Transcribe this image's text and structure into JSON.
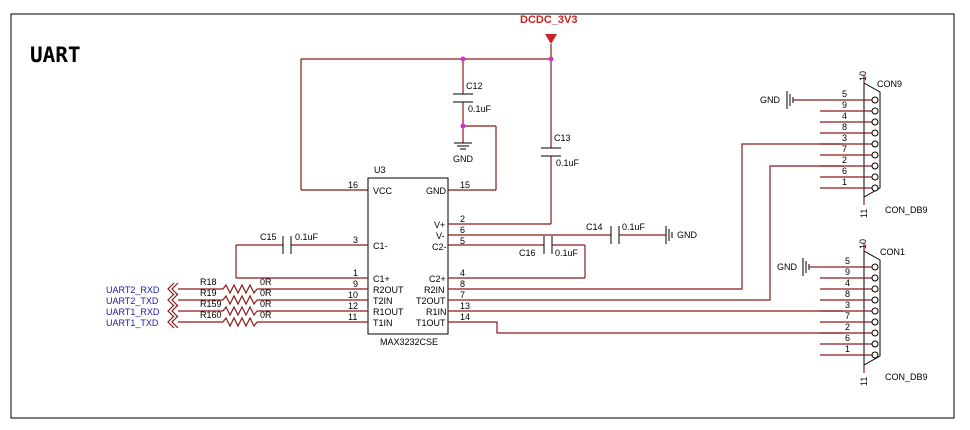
{
  "title": "UART",
  "power": {
    "name": "DCDC_3V3"
  },
  "colors": {
    "wire": "#8a1a1a",
    "net_label": "#1a1aa6",
    "power_label": "#cc2222",
    "junction": "#cc33cc"
  },
  "ic": {
    "ref": "U3",
    "part": "MAX3232CSE",
    "left_pins": [
      {
        "num": "16",
        "name": "VCC"
      },
      {
        "num": "3",
        "name": "C1-"
      },
      {
        "num": "1",
        "name": "C1+"
      },
      {
        "num": "9",
        "name": "R2OUT"
      },
      {
        "num": "10",
        "name": "T2IN"
      },
      {
        "num": "12",
        "name": "R1OUT"
      },
      {
        "num": "11",
        "name": "T1IN"
      }
    ],
    "right_pins": [
      {
        "num": "15",
        "name": "GND"
      },
      {
        "num": "2",
        "name": "V+"
      },
      {
        "num": "6",
        "name": "V-"
      },
      {
        "num": "5",
        "name": "C2-"
      },
      {
        "num": "4",
        "name": "C2+"
      },
      {
        "num": "8",
        "name": "R2IN"
      },
      {
        "num": "7",
        "name": "T2OUT"
      },
      {
        "num": "13",
        "name": "R1IN"
      },
      {
        "num": "14",
        "name": "T1OUT"
      }
    ]
  },
  "capacitors": [
    {
      "ref": "C12",
      "value": "0.1uF"
    },
    {
      "ref": "C13",
      "value": "0.1uF"
    },
    {
      "ref": "C14",
      "value": "0.1uF"
    },
    {
      "ref": "C15",
      "value": "0.1uF"
    },
    {
      "ref": "C16",
      "value": "0.1uF"
    }
  ],
  "resistors": [
    {
      "ref": "R18",
      "value": "0R",
      "net": "UART2_RXD"
    },
    {
      "ref": "R19",
      "value": "0R",
      "net": "UART2_TXD"
    },
    {
      "ref": "R159",
      "value": "0R",
      "net": "UART1_RXD"
    },
    {
      "ref": "R160",
      "value": "0R",
      "net": "UART1_TXD"
    }
  ],
  "gnd_label": "GND",
  "connectors": [
    {
      "ref": "CON9",
      "part": "CON_DB9",
      "top_pin": "10",
      "bottom_pin": "11",
      "pins": [
        "5",
        "9",
        "4",
        "8",
        "3",
        "7",
        "2",
        "6",
        "1"
      ]
    },
    {
      "ref": "CON1",
      "part": "CON_DB9",
      "top_pin": "10",
      "bottom_pin": "11",
      "pins": [
        "5",
        "9",
        "4",
        "8",
        "3",
        "7",
        "2",
        "6",
        "1"
      ]
    }
  ]
}
